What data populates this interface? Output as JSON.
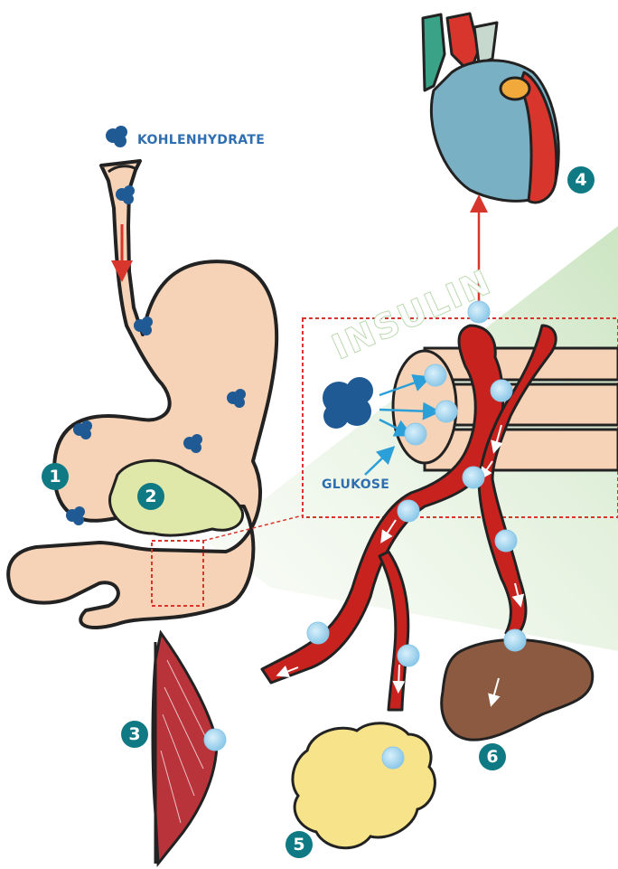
{
  "labels": {
    "carbs": "KOHLENHYDRATE",
    "insulin": "INSULIN",
    "glucose": "GLUKOSE"
  },
  "badges": [
    "1",
    "2",
    "3",
    "4",
    "5",
    "6"
  ],
  "colors": {
    "accent_blue": "#2f6fb0",
    "badge_teal": "#0f7a84",
    "vessel_red": "#c8221f",
    "stomach_skin": "#f6d2b6",
    "pancreas_green": "#dfe8a8",
    "fat_yellow": "#f6e38a",
    "liver_brown": "#8b5a40",
    "glucose_dot": "#a9d6ef",
    "insulin_green": "#cfe5c4"
  },
  "icons": [
    "molecule-icon",
    "arrow-icon",
    "heart-icon",
    "stomach-icon",
    "pancreas-icon",
    "muscle-icon",
    "fat-tissue-icon",
    "liver-icon",
    "blood-vessel-icon",
    "glucose-dot-icon"
  ]
}
